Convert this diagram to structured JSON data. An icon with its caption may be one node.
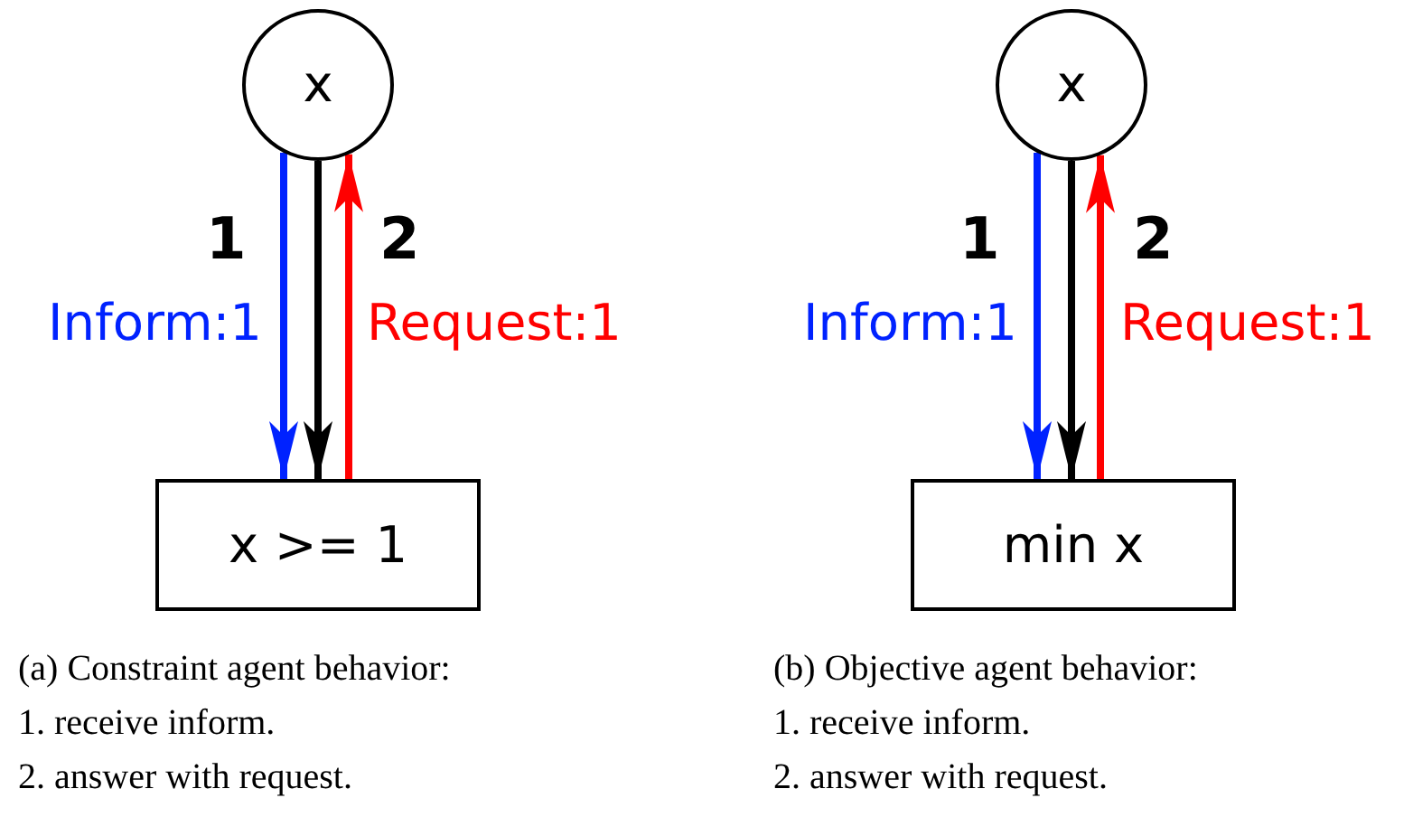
{
  "diagram": {
    "nodes": [
      {
        "text": [
          "x"
        ]
      },
      {
        "text": [
          "x >= 1"
        ]
      },
      {
        "text": [
          "x"
        ]
      },
      {
        "text": [
          "min x"
        ]
      }
    ],
    "edges": [
      {
        "from": 0,
        "to": 1,
        "arrow": "to",
        "label": "Inform:1",
        "color": "#0022ff"
      },
      {
        "from": 0,
        "to": 1,
        "arrow": "to",
        "color": "#000000"
      },
      {
        "from": 1,
        "to": 0,
        "arrow": "to",
        "label": "Request:1",
        "color": "#ff0000"
      },
      {
        "from": 2,
        "to": 3,
        "arrow": "to",
        "label": "Inform:1",
        "color": "#0022ff"
      },
      {
        "from": 2,
        "to": 3,
        "arrow": "to",
        "color": "#000000"
      },
      {
        "from": 3,
        "to": 2,
        "arrow": "to",
        "label": "Request:1",
        "color": "#ff0000"
      }
    ],
    "labels": [
      "1",
      "2",
      "1",
      "2",
      "(a) Constraint agent behavior:",
      "1. receive inform.",
      "2. answer with request.",
      "(b) Objective agent behavior:",
      "1. receive inform.",
      "2. answer with request."
    ]
  }
}
